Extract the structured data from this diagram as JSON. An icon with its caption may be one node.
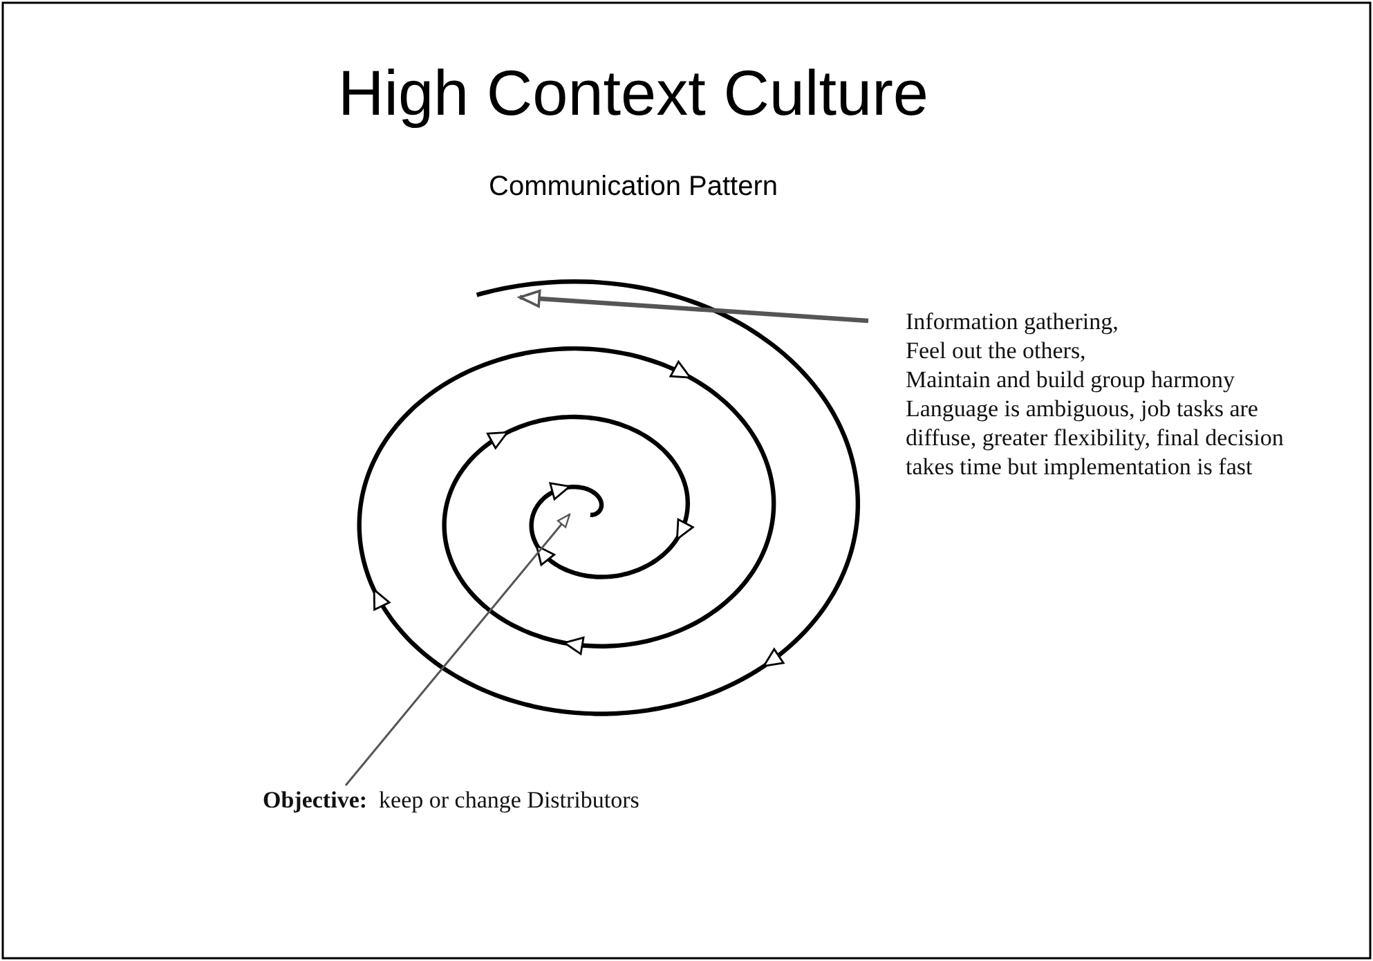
{
  "diagram": {
    "title": "High Context Culture",
    "nodes": [
      {
        "text": [
          "Information gathering,",
          "Feel out the others,",
          "Maintain and build group harmony",
          "Language is ambiguous, job tasks are diffuse, greater flexibility, final decision takes time but implementation is fast"
        ]
      },
      {
        "text": [
          "**Objective:**  keep or change Distributors"
        ]
      }
    ],
    "edges": [
      {
        "from": 0,
        "to": null,
        "arrow": "to",
        "style": "thick"
      },
      {
        "from": 1,
        "to": null,
        "arrow": "to"
      }
    ],
    "labels": [
      "Communication Pattern"
    ]
  }
}
